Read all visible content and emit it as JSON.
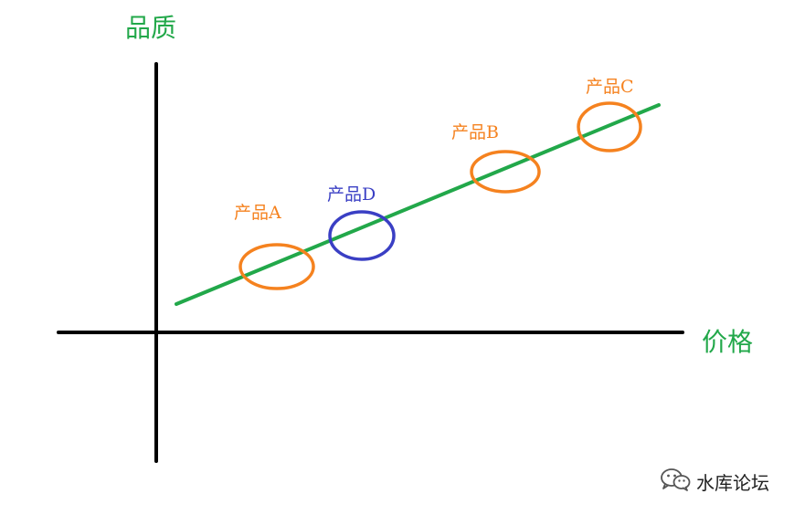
{
  "axes": {
    "y_title": "品质",
    "x_title": "价格",
    "axis_color": "#000000",
    "title_color": "#22a84a"
  },
  "trend_line": {
    "color": "#22a84a"
  },
  "products": [
    {
      "label": "产品A",
      "color": "#f5821f"
    },
    {
      "label": "产品D",
      "color": "#3a3fc4"
    },
    {
      "label": "产品B",
      "color": "#f5821f"
    },
    {
      "label": "产品C",
      "color": "#f5821f"
    }
  ],
  "watermark": {
    "text": "水库论坛",
    "icon": "wechat-icon"
  }
}
